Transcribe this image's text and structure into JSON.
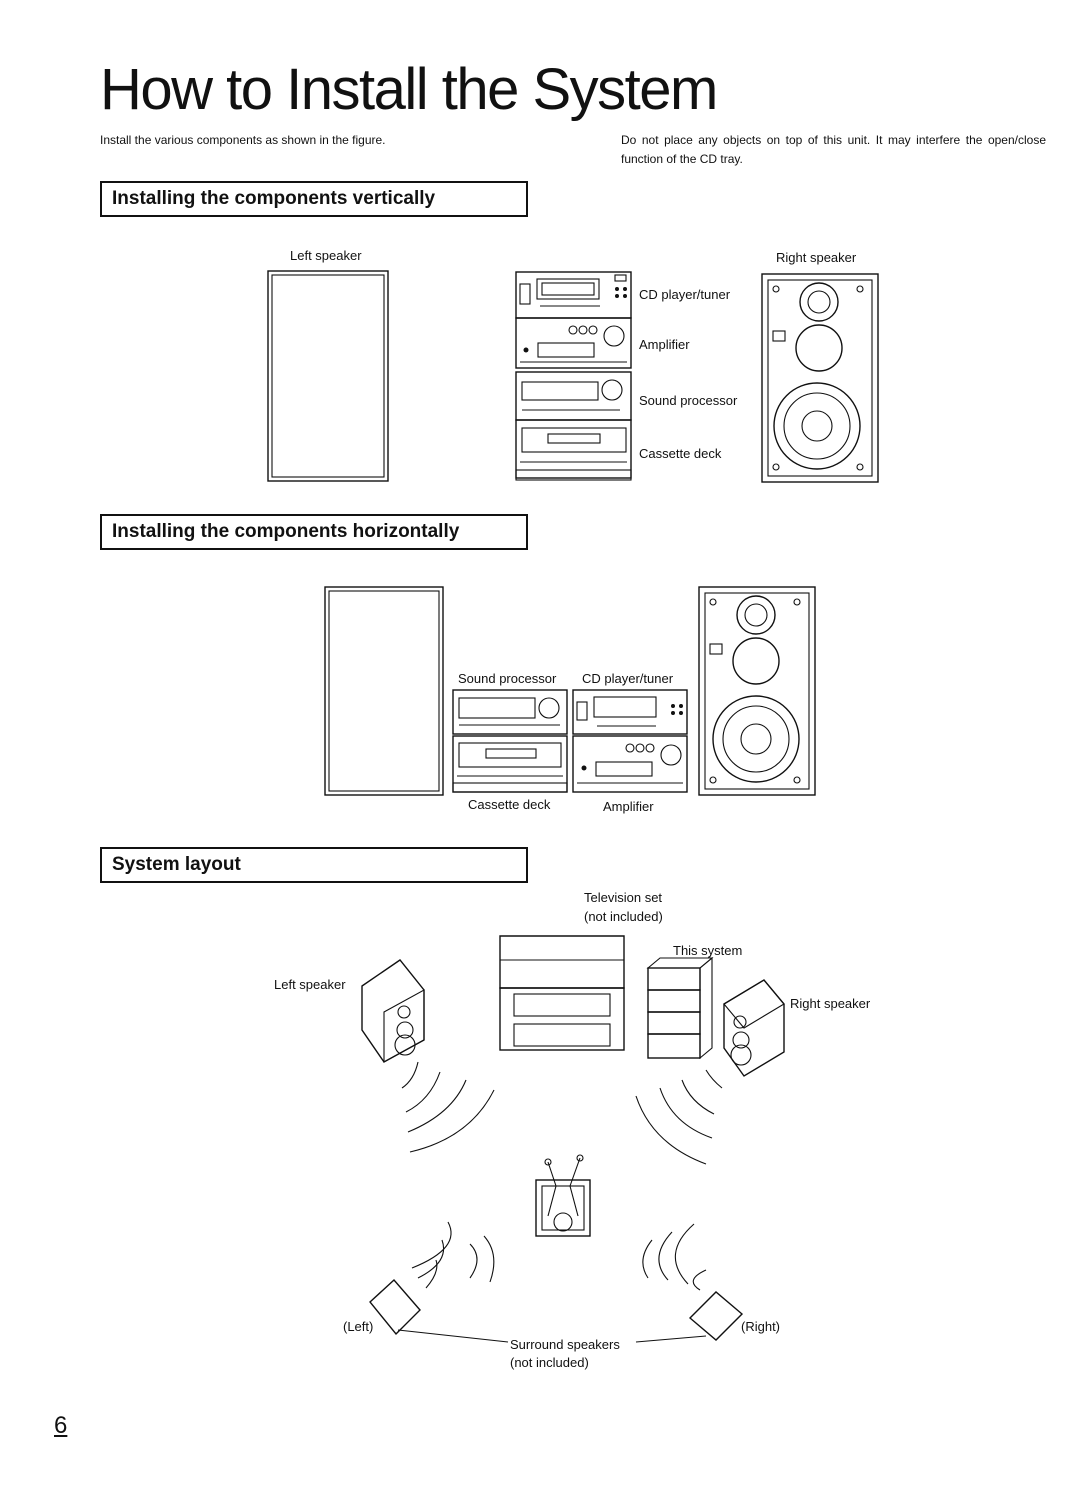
{
  "title": "How to Install the System",
  "intro": {
    "left": "Install the various components as shown in the figure.",
    "right": "Do not place any objects on top of this unit. It may interfere the open/close function of the CD tray."
  },
  "sections": {
    "vertical": {
      "title": "Installing the components vertically",
      "left_speaker": "Left speaker",
      "right_speaker": "Right speaker",
      "cd": "CD player/tuner",
      "amp": "Amplifier",
      "processor": "Sound processor",
      "cassette": "Cassette deck"
    },
    "horizontal": {
      "title": "Installing the components horizontally",
      "processor": "Sound processor",
      "cd": "CD player/tuner",
      "cassette": "Cassette deck",
      "amp": "Amplifier"
    },
    "layout": {
      "title": "System layout",
      "tv": "Television set",
      "tv_note": "(not included)",
      "this_system": "This system",
      "left_speaker": "Left speaker",
      "right_speaker": "Right speaker",
      "left": "(Left)",
      "right": "(Right)",
      "surround": "Surround speakers",
      "surround_note": "(not included)"
    }
  },
  "page_number": "6"
}
